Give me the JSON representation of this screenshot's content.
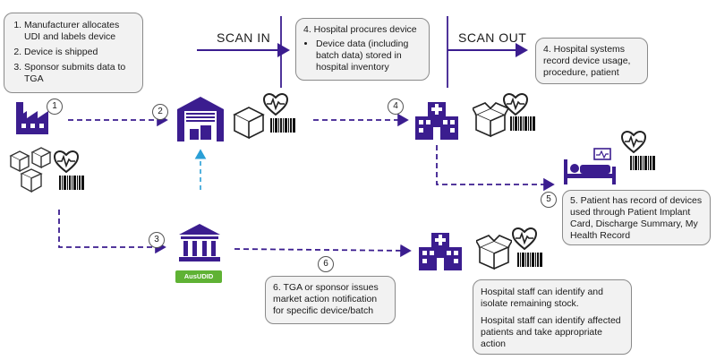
{
  "headers": {
    "scan_in": "SCAN IN",
    "scan_out": "SCAN OUT"
  },
  "box1": {
    "items": [
      "Manufacturer allocates UDI and labels device",
      "Device is shipped",
      "Sponsor submits data to TGA"
    ]
  },
  "box4a": {
    "title": "4. Hospital procures device",
    "bullet": "Device data (including batch data) stored in hospital inventory"
  },
  "box4b": {
    "text": "4. Hospital systems record device usage, procedure, patient"
  },
  "box5": {
    "text": "5. Patient has record of devices used through Patient Implant Card, Discharge Summary, My Health Record"
  },
  "box6": {
    "text": "6. TGA or sponsor issues market action notification for specific device/batch"
  },
  "box_staff": {
    "line1": "Hospital staff can identify and isolate remaining stock.",
    "line2": "Hospital staff can identify affected patients and take appropriate action"
  },
  "steps": [
    "1",
    "2",
    "3",
    "4",
    "5",
    "6"
  ],
  "ausudid_label": "AusUDID",
  "colors": {
    "purple": "#3b1d8f",
    "dashed_teal": "#2a9fd6",
    "badge_green": "#5fb234"
  }
}
